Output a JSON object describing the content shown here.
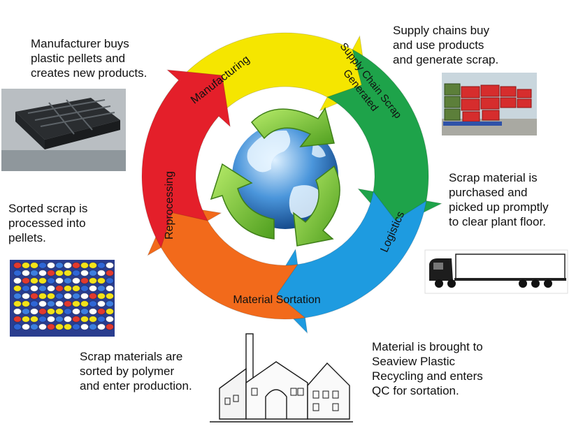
{
  "stages": [
    {
      "id": "manufacturing",
      "label_lines": [
        "Manufacturing"
      ],
      "color": "#f5e600"
    },
    {
      "id": "supply-chain",
      "label_lines": [
        "Supply Chain Scrap",
        "Generated"
      ],
      "color": "#1ea34a"
    },
    {
      "id": "logistics",
      "label_lines": [
        "Logistics"
      ],
      "color": "#1e9be0"
    },
    {
      "id": "material-sortation",
      "label_lines": [
        "Material Sortation"
      ],
      "color": "#f26a1b"
    },
    {
      "id": "reprocessing",
      "label_lines": [
        "Reprocessing"
      ],
      "color": "#e41f2a"
    }
  ],
  "descriptions": {
    "manufacturing": [
      "Manufacturer buys",
      "plastic pellets and",
      "creates new products."
    ],
    "supply_chain": [
      "Supply chains buy",
      "and use products",
      "and generate scrap."
    ],
    "logistics": [
      "Scrap material is",
      "purchased and",
      "picked up promptly",
      "to clear plant floor."
    ],
    "material_sortation": [
      "Material is brought to",
      "Seaview Plastic",
      "Recycling and enters",
      "QC for sortation."
    ],
    "sorting": [
      "Scrap materials are",
      "sorted by polymer",
      "and enter production."
    ],
    "reprocessing": [
      "Sorted scrap is",
      "processed into",
      "pellets."
    ]
  },
  "icons": {
    "center": "globe-recycle-icon",
    "pallet": "plastic-pallet-icon",
    "bins": "stacked-crates-icon",
    "truck": "semi-truck-icon",
    "factory": "factory-building-icon",
    "pellets": "plastic-pellets-icon"
  },
  "colors": {
    "globe_ocean": "#2f7fd1",
    "recycle_arrows": "#7dc83e",
    "text": "#111111"
  }
}
